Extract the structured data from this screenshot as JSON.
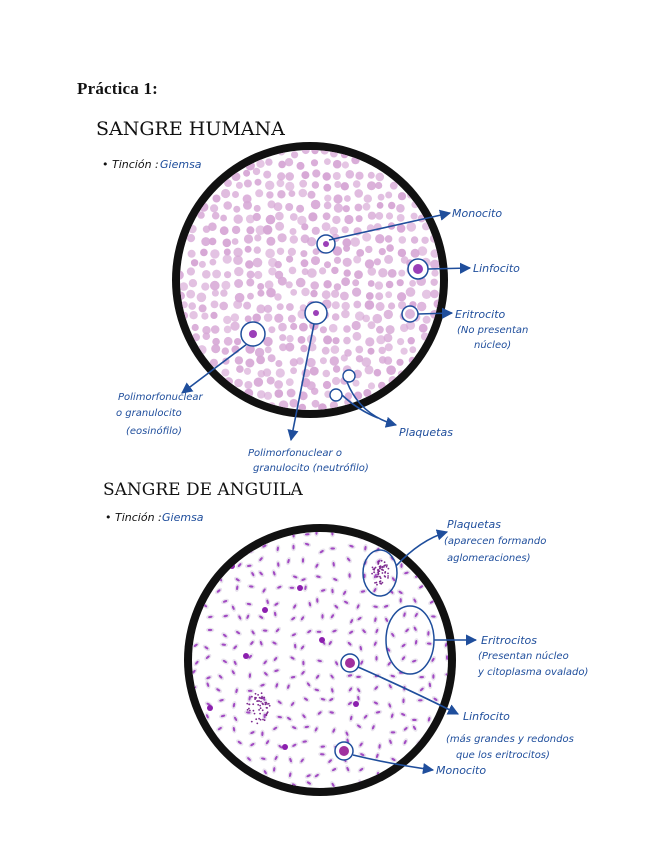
{
  "page": {
    "title": "Práctica 1:"
  },
  "human": {
    "heading": "SANGRE HUMANA",
    "stain_label": "• Tinción :",
    "stain_value": "Giemsa",
    "labels": {
      "monocyte": "Monocito",
      "lymphocyte": "Linfocito",
      "erythrocyte": "Eritrocito",
      "erythrocyte_note_1": "(No presentan",
      "erythrocyte_note_2": "núcleo)",
      "polymorph_left_1": "Polimorfonuclear",
      "polymorph_left_2": "o granulocito",
      "polymorph_left_3": "(eosinófilo)",
      "polymorph_bottom_1": "Polimorfonuclear o",
      "polymorph_bottom_2": "granulocito (neutrófilo)",
      "platelets": "Plaquetas"
    }
  },
  "eel": {
    "heading": "SANGRE DE ANGUILA",
    "stain_label": "• Tinción :",
    "stain_value": "Giemsa",
    "labels": {
      "platelets_1": "Plaquetas",
      "platelets_2": "(aparecen formando",
      "platelets_3": "aglomeraciones)",
      "erythrocytes_1": "Eritrocitos",
      "erythrocytes_2": "(Presentan núcleo",
      "erythrocytes_3": "y citoplasma ovalado)",
      "lymphocyte": "Linfocito",
      "lymphocyte_note_1": "(más grandes y redondos",
      "lymphocyte_note_2": "que los eritrocitos)",
      "monocyte": "Monocito"
    }
  },
  "colors": {
    "ink": "#1f4e9c",
    "rim": "#111111",
    "human_cell": "#d7a8d6",
    "eel_cell": "#a24ac3",
    "eel_nucleus": "#8b1fae"
  }
}
